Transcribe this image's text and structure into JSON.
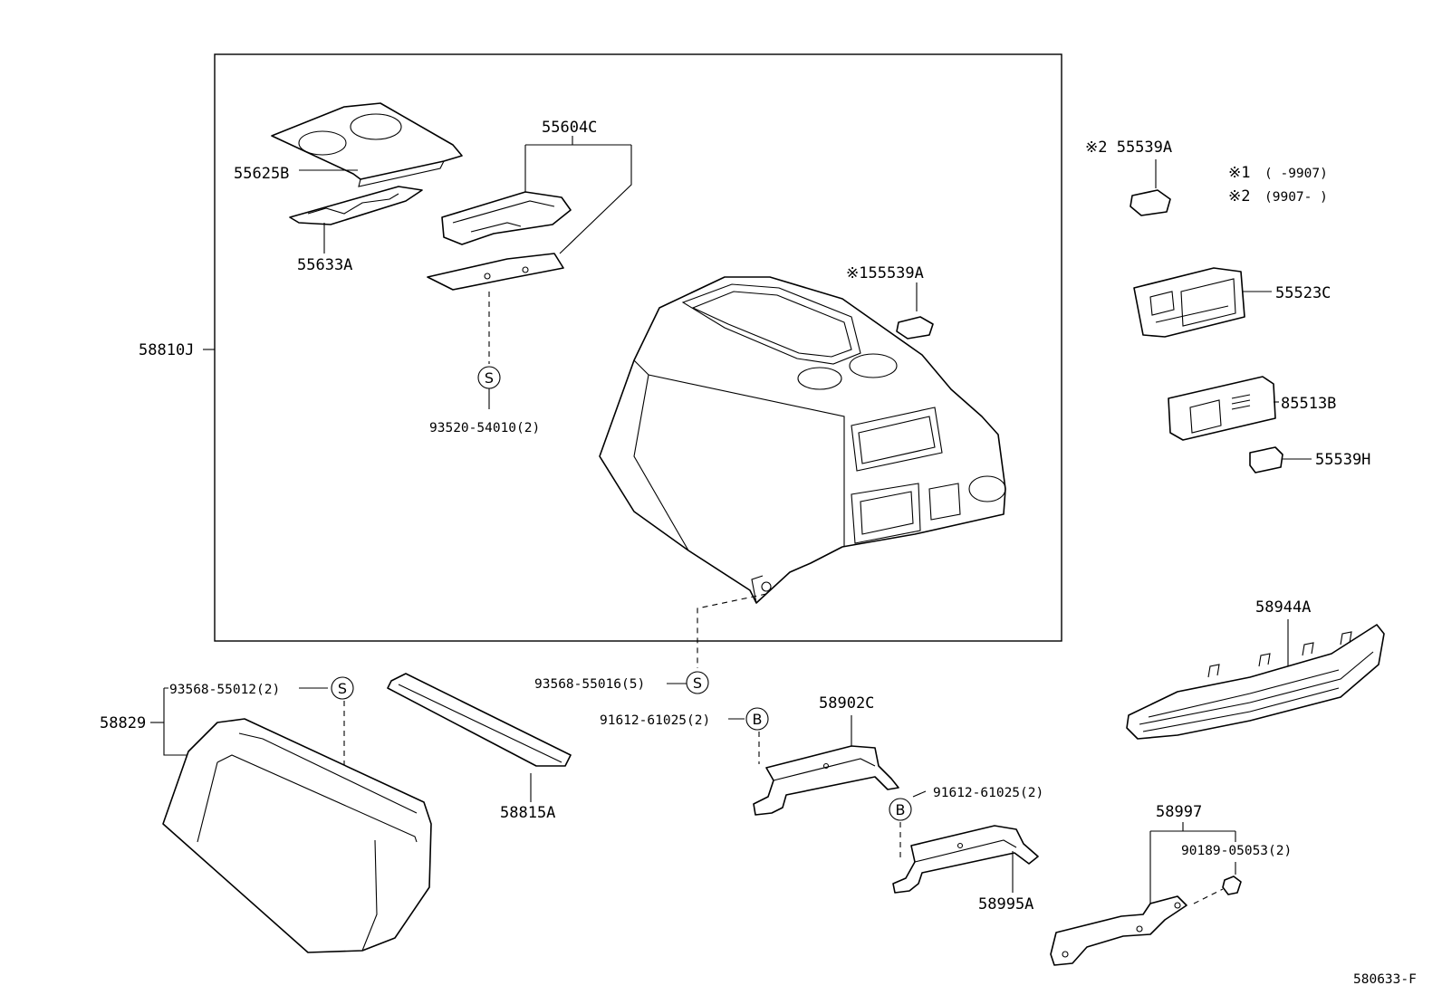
{
  "labels": {
    "p55625B": "55625B",
    "p55633A": "55633A",
    "p55604C": "55604C",
    "p58810J": "58810J",
    "p93520": "93520-54010(2)",
    "p55539A_1": "※155539A",
    "p55539A_2": "※2 55539A",
    "p55523C": "55523C",
    "p85513B": "85513B",
    "p55539H": "55539H",
    "p58944A": "58944A",
    "p93568_55016": "93568-55016(5)",
    "p93568_55012": "93568-55012(2)",
    "p58829": "58829",
    "p58815A": "58815A",
    "p91612_a": "91612-61025(2)",
    "p58902C": "58902C",
    "p91612_b": "91612-61025(2)",
    "p58995A": "58995A",
    "p58997": "58997",
    "p90189": "90189-05053(2)",
    "figure_code": "580633-F"
  },
  "notes": {
    "n1_mark": "※1",
    "n1_range": "(       -9907)",
    "n2_mark": "※2",
    "n2_range": "(9907-       )"
  },
  "fastener_marks": {
    "screw": "S",
    "bolt": "B"
  }
}
